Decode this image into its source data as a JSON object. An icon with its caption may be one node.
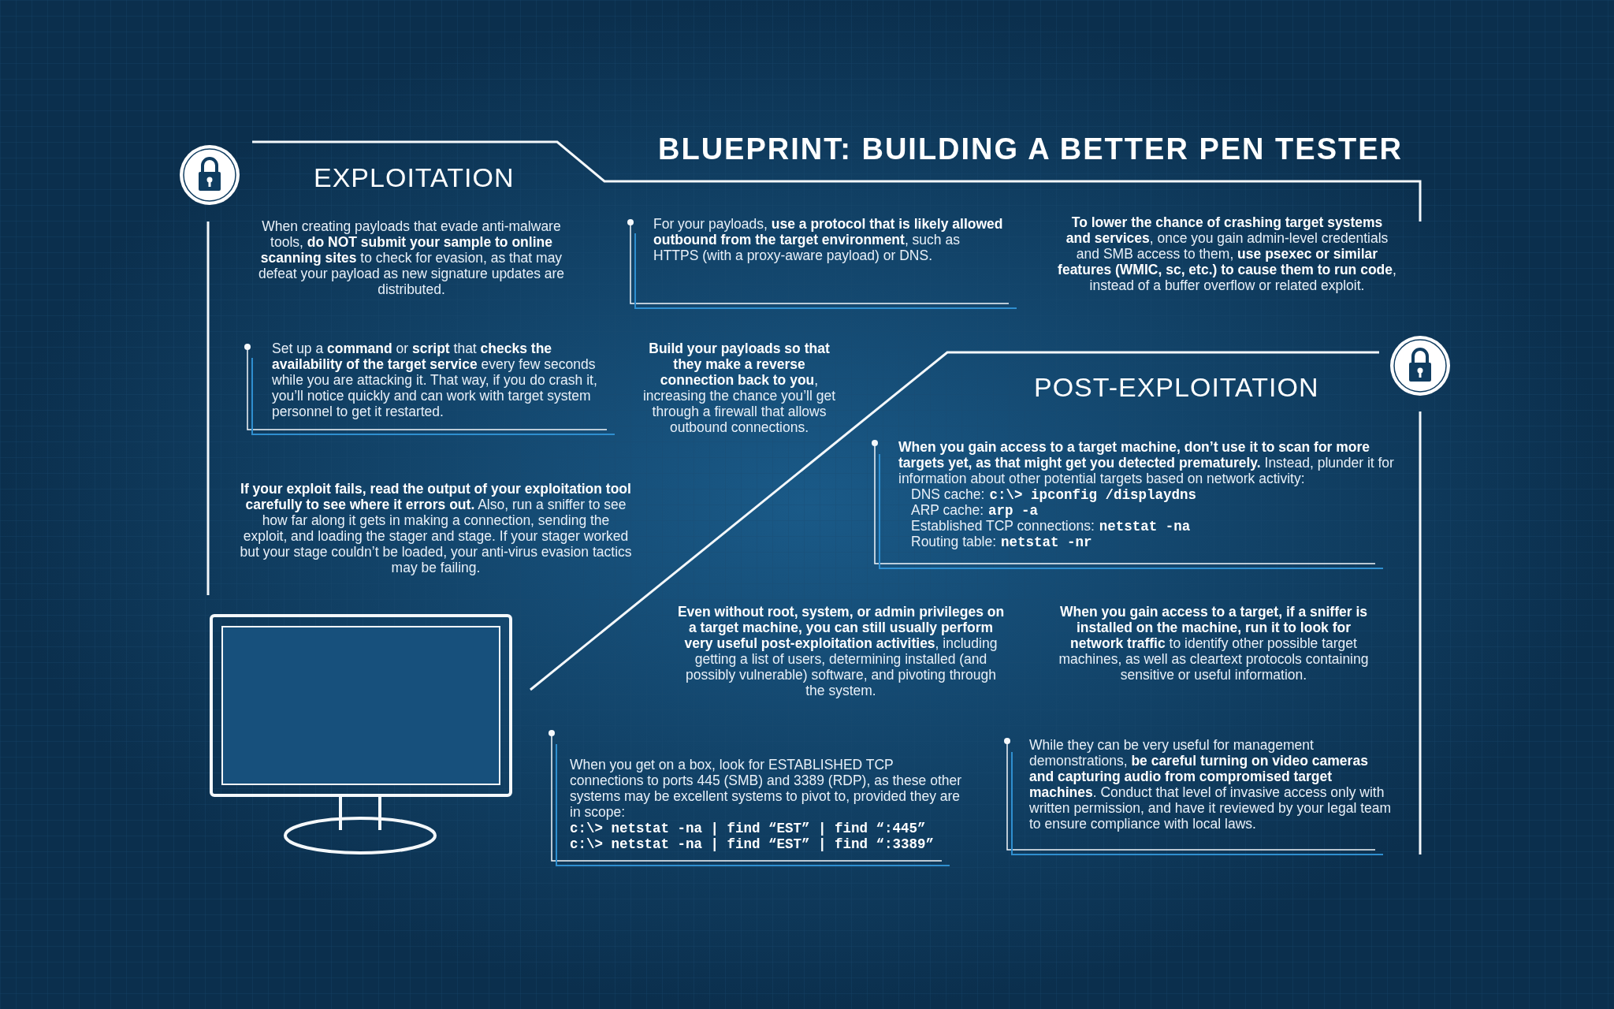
{
  "diagram": {
    "title": "BLUEPRINT: BUILDING A BETTER PEN TESTER",
    "labels": [
      "EXPLOITATION",
      "When creating payloads that evade anti-malware tools, **do NOT submit your sample to online scanning sites** to check for evasion, as that may defeat your payload as new signature updates are distributed.",
      "For your payloads, **use a protocol that is likely allowed outbound from the target environment**, such as HTTPS (with a proxy-aware payload) or DNS.",
      "**To lower the chance of crashing target systems and services**, once you gain admin-level credentials and SMB access to them, **use psexec or similar features (WMIC, sc, etc.) to cause them to run code**, instead of a buffer overflow or related exploit.",
      "Set up a **command** or **script** that **checks the availability of the target service** every few seconds while you are attacking it. That way, if you do crash it, you’ll notice quickly and can work with target system personnel to get it restarted.",
      "**Build your payloads so that they make a reverse connection back to you**, increasing the chance you’ll get through a firewall that allows outbound connections.",
      "**If your exploit fails, read the output of your exploitation tool carefully to see where it errors out.** Also, run a sniffer to see how far along it gets in making a connection, sending the exploit, and loading the stager and stage. If your stager worked but your stage couldn’t be loaded, your anti-virus evasion tactics may be failing.",
      "POST-EXPLOITATION",
      "**When you gain access to a target machine, don’t use it to scan for more targets yet, as that might get you detected prematurely.** Instead, plunder it for information about other potential targets based on network activity:",
      "DNS cache:",
      "c:\\> ipconfig /displaydns",
      "ARP cache:",
      "arp -a",
      "Established TCP connections:",
      "netstat -na",
      "Routing table:",
      "netstat -nr",
      "**Even without root, system, or admin privileges on a target machine, you can still usually perform very useful post-exploitation activities**, including getting a list of users, determining installed (and possibly vulnerable) software, and pivoting through the system.",
      "**When you gain access to a target, if a sniffer is installed on the machine, run it to look for network traffic** to identify other possible target machines, as well as cleartext protocols containing sensitive or useful information.",
      "When you get on a box, look for ESTABLISHED TCP connections to ports 445 (SMB) and 3389 (RDP), as these other systems may be excellent systems to pivot to, provided they are in scope:",
      "c:\\> netstat -na | find “EST” | find “:445”",
      "c:\\> netstat -na | find “EST” | find “:3389”",
      "While they can be very useful for management demonstrations, **be careful turning on video cameras and capturing audio from compromised target machines**. Conduct that level of invasive access only with written permission, and have it reviewed by your legal team to ensure compliance with local laws."
    ]
  }
}
